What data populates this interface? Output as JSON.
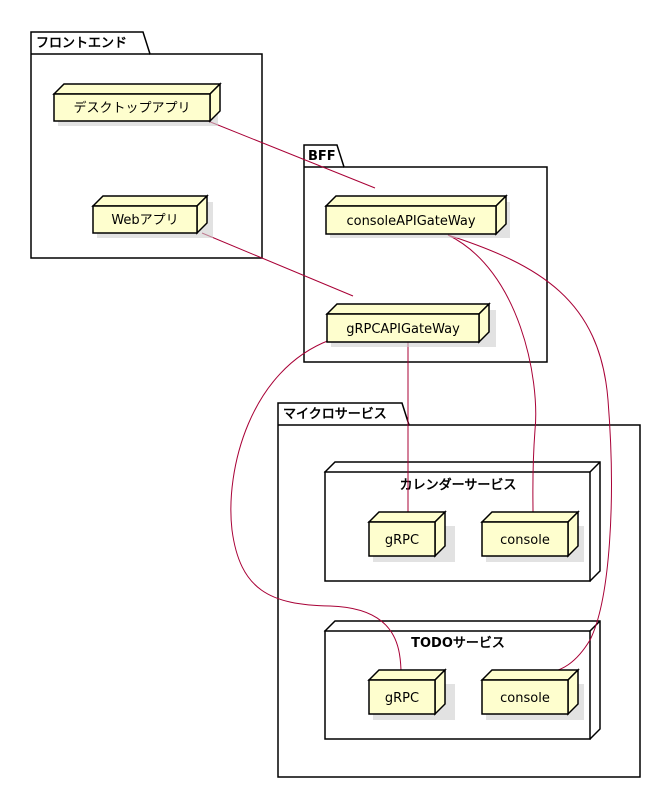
{
  "packages": {
    "frontend": {
      "title": "フロントエンド"
    },
    "bff": {
      "title": "BFF"
    },
    "microservices": {
      "title": "マイクロサービス"
    }
  },
  "nodes": {
    "desktop_app": {
      "label": "デスクトップアプリ"
    },
    "web_app": {
      "label": "Webアプリ"
    },
    "console_gateway": {
      "label": "consoleAPIGateWay"
    },
    "grpc_gateway": {
      "label": "gRPCAPIGateWay"
    },
    "calendar_service": {
      "label": "カレンダーサービス"
    },
    "calendar_grpc": {
      "label": "gRPC"
    },
    "calendar_console": {
      "label": "console"
    },
    "todo_service": {
      "label": "TODOサービス"
    },
    "todo_grpc": {
      "label": "gRPC"
    },
    "todo_console": {
      "label": "console"
    }
  },
  "colors": {
    "node_fill": "#fefece",
    "edge": "#a80036",
    "border": "#000000"
  }
}
